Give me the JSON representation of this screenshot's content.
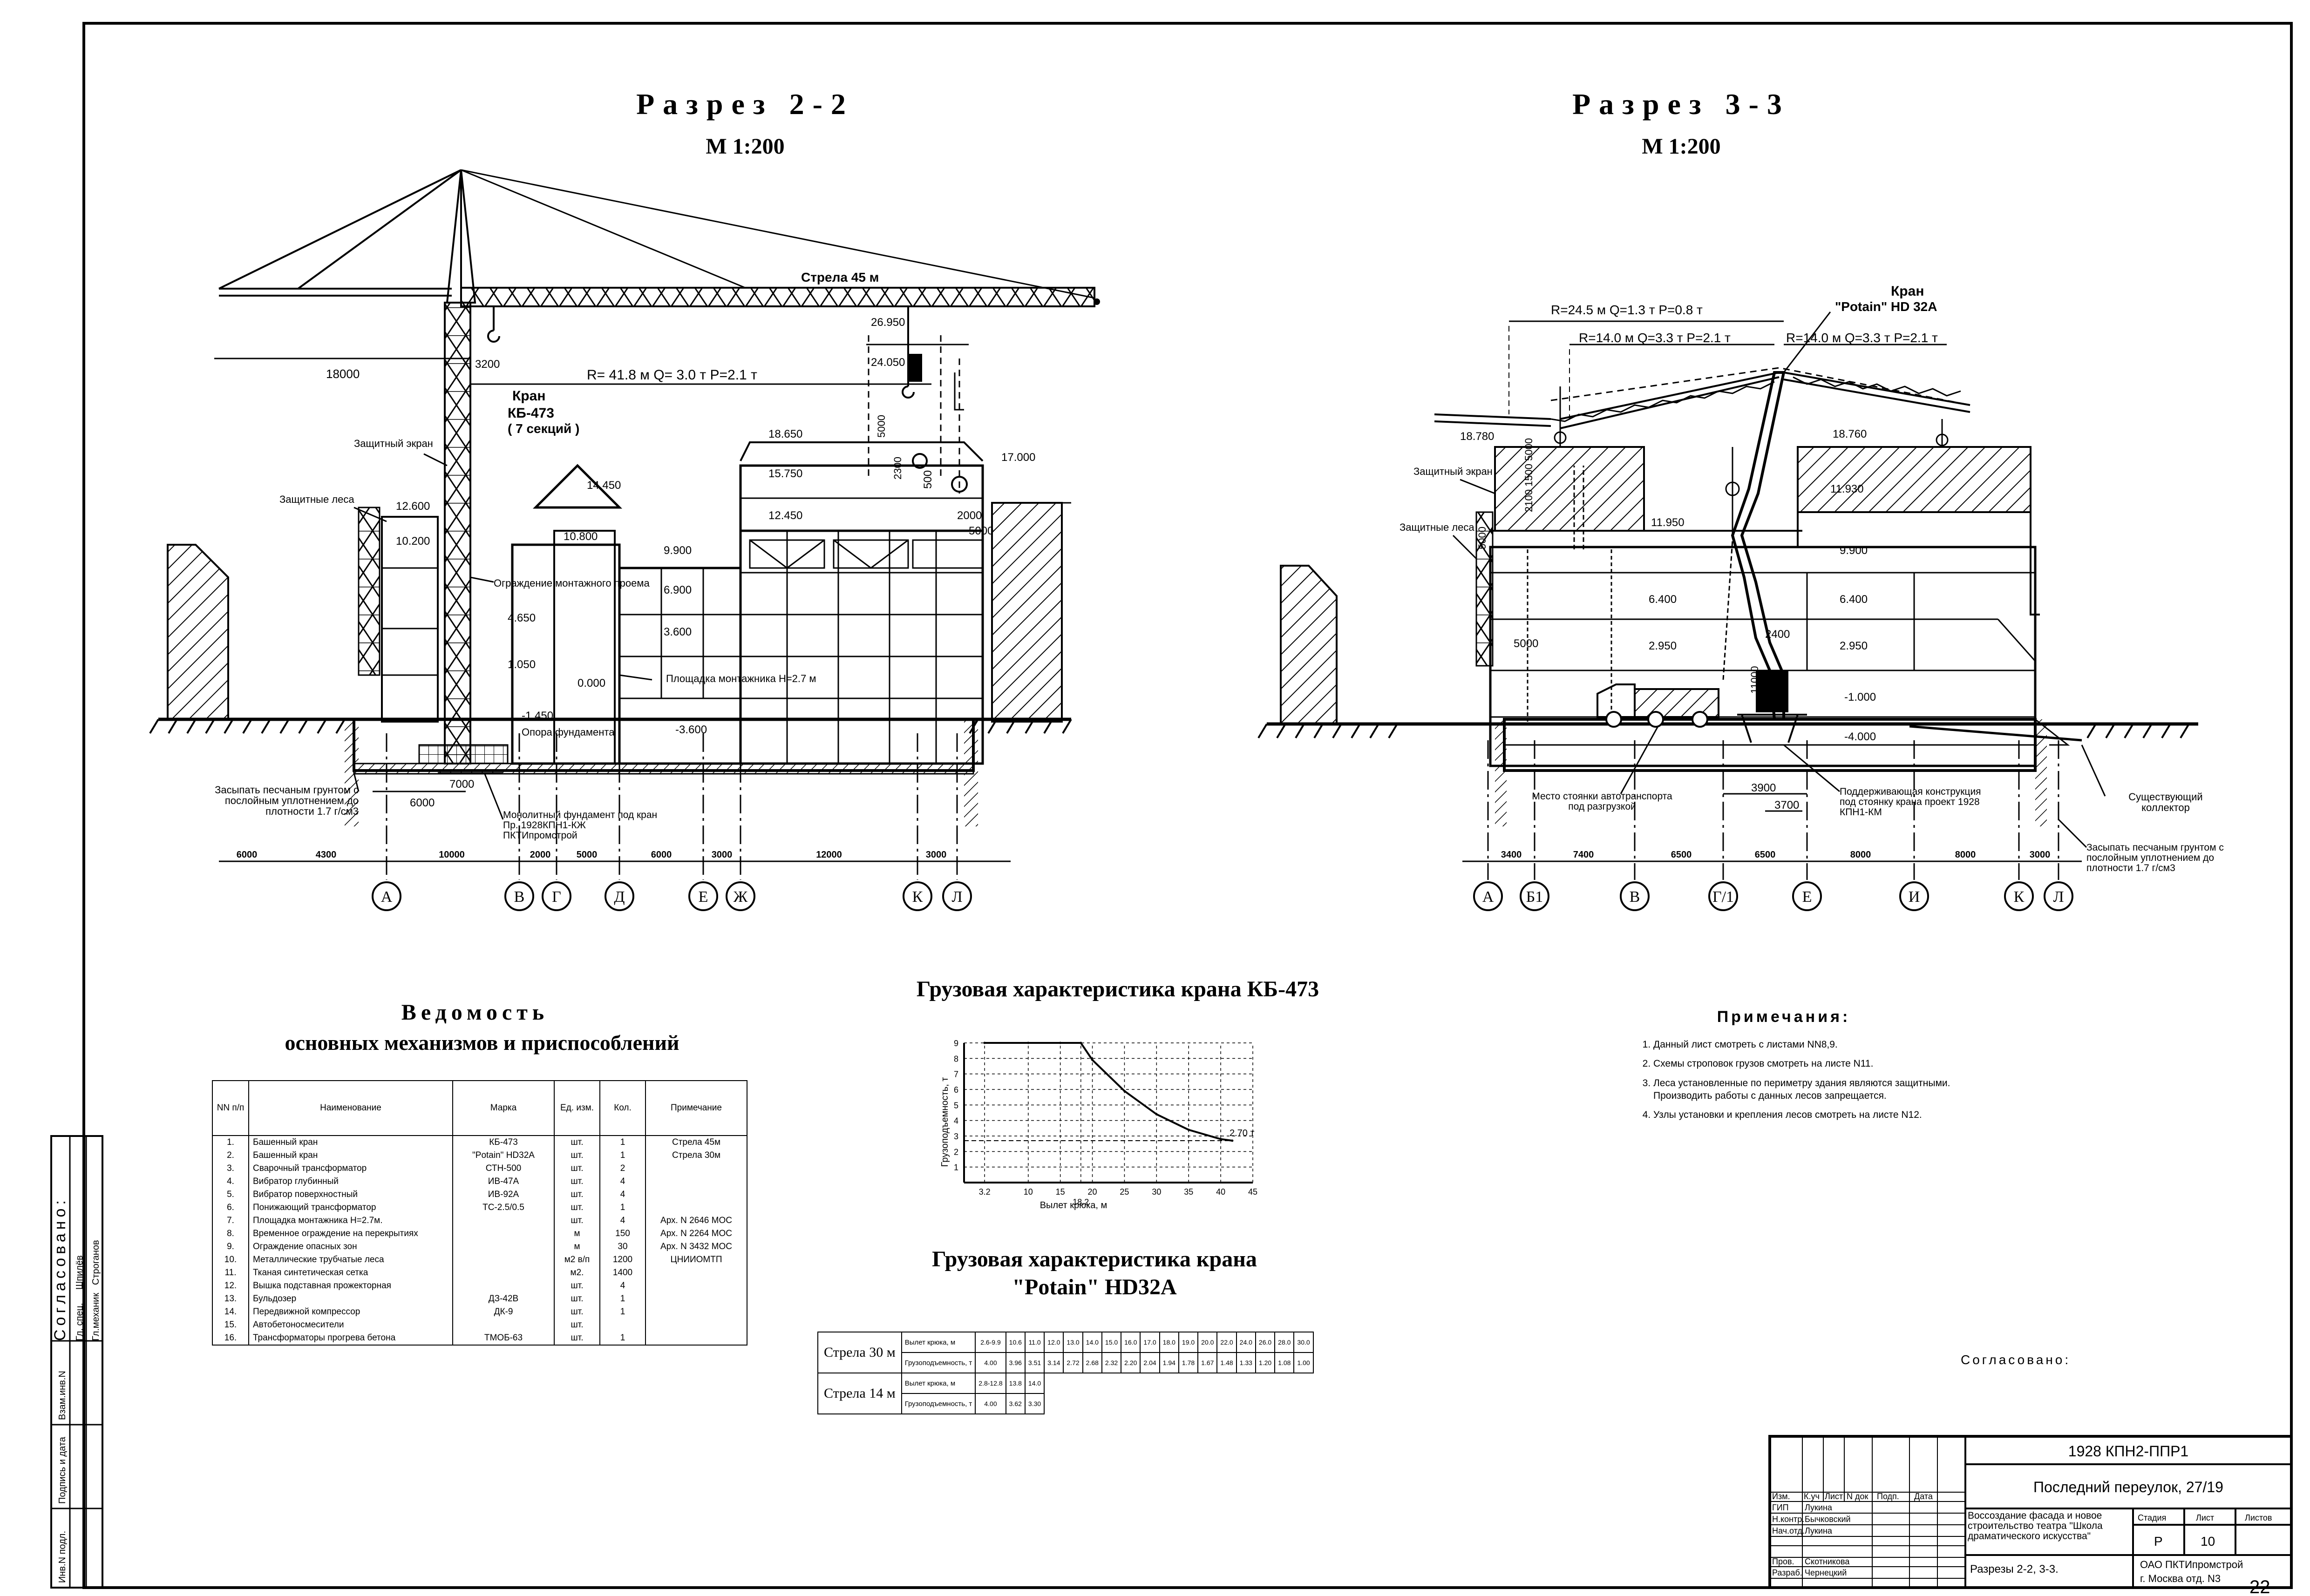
{
  "section22": {
    "title": "Разрез 2-2",
    "scale": "М 1:200",
    "boom_label": "Стрела 45 м",
    "crane_label": "Кран",
    "crane_model": "КБ-473",
    "crane_sections": "( 7 секций )",
    "reach_label": "R= 41.8 м  Q= 3.0 т  P=2.1 т",
    "dim_18000": "18000",
    "dim_3200": "3200",
    "elev_26950": "26.950",
    "elev_24050": "24.050",
    "elev_18650": "18.650",
    "elev_17000": "17.000",
    "elev_15750": "15.750",
    "elev_14450": "14.450",
    "elev_12600": "12.600",
    "elev_12450": "12.450",
    "elev_10800": "10.800",
    "elev_10200": "10.200",
    "elev_9900": "9.900",
    "elev_6900": "6.900",
    "elev_4650": "4.650",
    "elev_3600": "3.600",
    "elev_1050": "1.050",
    "elev_0000": "0.000",
    "elev_m1450": "-1.450",
    "elev_m3600": "-3.600",
    "dim_5000": "5000",
    "dim_500": "500",
    "dim_2000": "2000",
    "label_screen": "Защитный экран",
    "label_scaffold": "Защитные леса",
    "label_fence": "Ограждение монтажного проема",
    "label_platform": "Площадка монтажника Н=2.7 м",
    "label_fundament": "Опора фундамента",
    "label_backfill": "Засыпать песчаным грунтом с послойным уплотнением до плотности 1.7 г/см3",
    "label_monolith": "Монолитный фундамент под кран Пр. 1928КПН1-КЖ ПКТИпромстрой",
    "dim_6000": "6000",
    "dim_7000": "7000",
    "bottom_dims": [
      "6000",
      "4300",
      "10000",
      "2000",
      "5000",
      "6000",
      "3000",
      "12000",
      "3000"
    ],
    "axes": [
      "А",
      "В",
      "Г",
      "Д",
      "Е",
      "Ж",
      "К",
      "Л"
    ]
  },
  "section33": {
    "title": "Разрез 3-3",
    "scale": "М 1:200",
    "crane_label": "Кран",
    "crane_model": "\"Potain\" HD 32A",
    "reach1": "R=24.5 м  Q=1.3 т  P=0.8 т",
    "reach2": "R=14.0 м  Q=3.3 т  P=2.1 т",
    "reach3": "R=14.0 м  Q=3.3 т  P=2.1 т",
    "elev_18780": "18.780",
    "elev_18760": "18.760",
    "elev_11930": "11.930",
    "elev_11950": "11.950",
    "elev_9900": "9.900",
    "elev_6400a": "6.400",
    "elev_6400b": "6.400",
    "elev_2950a": "2.950",
    "elev_2950b": "2.950",
    "elev_m1000": "-1.000",
    "elev_m4000": "-4.000",
    "dim_5000a": "5000",
    "dim_5000b": "5000",
    "dim_2400": "2400",
    "label_screen": "Защитный экран",
    "label_scaffold": "Защитные леса",
    "label_parking": "Место стоянки автотранспорта под разгрузкой",
    "label_support": "Поддерживающая конструкция под стоянку крана проект 1928 КПН1-КМ",
    "label_collector": "Существующий коллектор",
    "label_backfill": "Засыпать песчаным грунтом с послойным уплотнением до плотности 1.7 г/см3",
    "dim_3900": "3900",
    "dim_3700": "3700",
    "bottom_dims": [
      "3400",
      "7400",
      "6500",
      "6500",
      "8000",
      "8000",
      "3000"
    ],
    "axes": [
      "А",
      "Б1",
      "В",
      "Г/1",
      "Е",
      "И",
      "К",
      "Л"
    ]
  },
  "vedomost": {
    "title1": "Ведомость",
    "title2": "основных механизмов и приспособлений",
    "headers": [
      "NN п/п",
      "Наименование",
      "Марка",
      "Ед. изм.",
      "Кол.",
      "Примечание"
    ],
    "rows": [
      [
        "1.",
        "Башенный кран",
        "КБ-473",
        "шт.",
        "1",
        "Стрела 45м"
      ],
      [
        "2.",
        "Башенный кран",
        "\"Potain\" HD32A",
        "шт.",
        "1",
        "Стрела 30м"
      ],
      [
        "3.",
        "Сварочный трансформатор",
        "СТН-500",
        "шт.",
        "2",
        ""
      ],
      [
        "4.",
        "Вибратор глубинный",
        "ИВ-47А",
        "шт.",
        "4",
        ""
      ],
      [
        "5.",
        "Вибратор поверхностный",
        "ИВ-92А",
        "шт.",
        "4",
        ""
      ],
      [
        "6.",
        "Понижающий трансформатор",
        "ТС-2.5/0.5",
        "шт.",
        "1",
        ""
      ],
      [
        "7.",
        "Площадка монтажника Н=2.7м.",
        "",
        "шт.",
        "4",
        "Арх. N 2646 МОС"
      ],
      [
        "8.",
        "Временное ограждение на перекрытиях",
        "",
        "м",
        "150",
        "Арх. N 2264 МОС"
      ],
      [
        "9.",
        "Ограждение опасных зон",
        "",
        "м",
        "30",
        "Арх. N 3432 МОС"
      ],
      [
        "10.",
        "Металлические трубчатые леса",
        "",
        "м2 в/п",
        "1200",
        "ЦНИИОМТП"
      ],
      [
        "11.",
        "Тканая синтетическая сетка",
        "",
        "м2.",
        "1400",
        ""
      ],
      [
        "12.",
        "Вышка подставная прожекторная",
        "",
        "шт.",
        "4",
        ""
      ],
      [
        "13.",
        "Бульдозер",
        "ДЗ-42В",
        "шт.",
        "1",
        ""
      ],
      [
        "14.",
        "Передвижной компрессор",
        "ДК-9",
        "шт.",
        "1",
        ""
      ],
      [
        "15.",
        "Автобетоносмесители",
        "",
        "шт.",
        "",
        ""
      ],
      [
        "16.",
        "Трансформаторы прогрева бетона",
        "ТМОБ-63",
        "шт.",
        "1",
        ""
      ]
    ]
  },
  "chart_kb": {
    "title": "Грузовая характеристика крана КБ-473",
    "ylabel": "Грузоподъемность, т",
    "xlabel": "Вылет крюка, м",
    "end_label": "2.70 т",
    "y_ticks": [
      "1",
      "2",
      "3",
      "4",
      "5",
      "6",
      "7",
      "8",
      "9"
    ],
    "x_ticks": [
      "3.2",
      "10",
      "15",
      "18.2",
      "20",
      "25",
      "30",
      "35",
      "40",
      "45"
    ]
  },
  "chart_data": {
    "type": "line",
    "title": "Грузовая характеристика крана КБ-473",
    "xlabel": "Вылет крюка, м",
    "ylabel": "Грузоподъемность, т",
    "xlim": [
      0,
      45
    ],
    "ylim": [
      0,
      9
    ],
    "x": [
      3.2,
      10,
      15,
      18.2,
      20,
      25,
      30,
      35,
      40,
      41.8
    ],
    "values": [
      9,
      9,
      9,
      9,
      7.9,
      5.9,
      4.4,
      3.4,
      2.8,
      2.7
    ],
    "grid": true
  },
  "chart_potain": {
    "title1": "Грузовая характеристика крана",
    "title2": "\"Potain\" HD32A",
    "boom30": "Стрела 30 м",
    "boom14": "Стрела 14 м",
    "row_reach": "Вылет крюка, м",
    "row_load": "Грузоподъемность, т",
    "b30_reach": [
      "2.6-9.9",
      "10.6",
      "11.0",
      "12.0",
      "13.0",
      "14.0",
      "15.0",
      "16.0",
      "17.0",
      "18.0",
      "19.0",
      "20.0",
      "22.0",
      "24.0",
      "26.0",
      "28.0",
      "30.0"
    ],
    "b30_load": [
      "4.00",
      "3.96",
      "3.51",
      "3.14",
      "2.72",
      "2.68",
      "2.32",
      "2.20",
      "2.04",
      "1.94",
      "1.78",
      "1.67",
      "1.48",
      "1.33",
      "1.20",
      "1.08",
      "1.00"
    ],
    "b14_reach": [
      "2.8-12.8",
      "13.8",
      "14.0"
    ],
    "b14_load": [
      "4.00",
      "3.62",
      "3.30"
    ]
  },
  "notes": {
    "title": "Примечания:",
    "items": [
      "Данный лист смотреть с листами NN8,9.",
      "Схемы строповок грузов смотреть на листе N11.",
      "Леса установленные по периметру здания являются защитными. Производить работы с данных лесов запрещается.",
      "Узлы установки и крепления лесов смотреть на листе N12."
    ]
  },
  "agreed": "Согласовано:",
  "side_stamp": {
    "title": "Согласовано:",
    "rows": [
      "Гл. спец.",
      "Шпилёв",
      "Гл.механик",
      "Строганов"
    ],
    "inv": [
      "Инв.N подл.",
      "Подпись и дата",
      "Взам.инв.N"
    ]
  },
  "titleblock": {
    "code": "1928 КПН2-ППР1",
    "address": "Последний переулок, 27/19",
    "head_cells": [
      "Изм.",
      "К.уч",
      "Лист",
      "N док",
      "Подп.",
      "Дата"
    ],
    "people": [
      [
        "ГИП",
        "Лукина"
      ],
      [
        "Н.контр.",
        "Бычковский"
      ],
      [
        "Нач.отд.",
        "Лукина"
      ]
    ],
    "people2": [
      [
        "Пров.",
        "Скотникова"
      ],
      [
        "Разраб.",
        "Чернецкий"
      ]
    ],
    "project": "Воссоздание фасада и новое строительство театра \"Школа драматического искусства\"",
    "stage_h": "Стадия",
    "sheet_h": "Лист",
    "sheets_h": "Листов",
    "stage": "Р",
    "sheet": "10",
    "drawing": "Разрезы 2-2, 3-3.",
    "org1": "ОАО ПКТИпромстрой",
    "org2": "г. Москва  отд. N3"
  },
  "page_number": "22"
}
